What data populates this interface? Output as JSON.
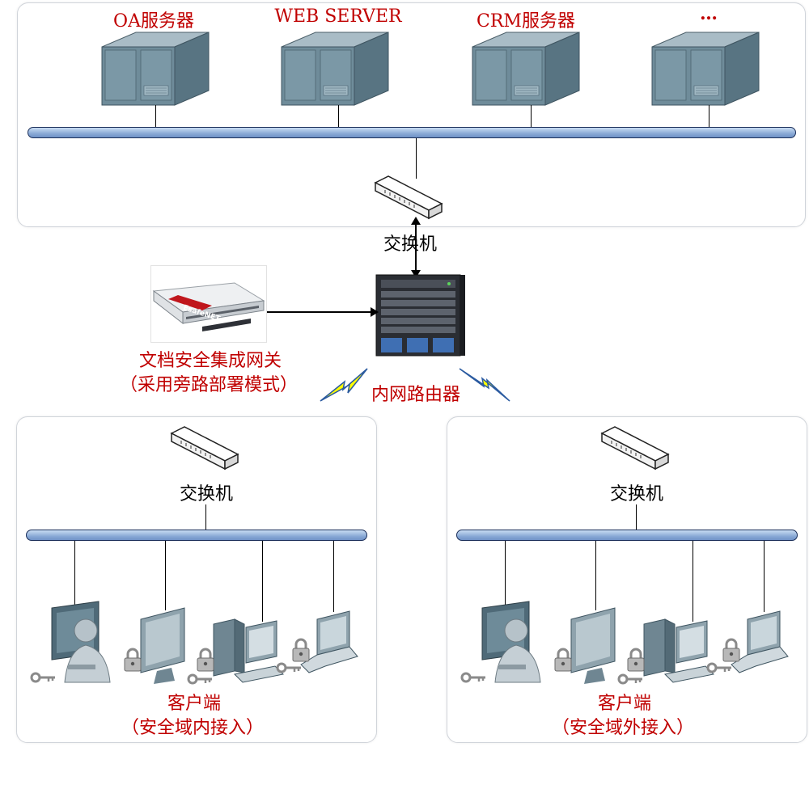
{
  "servers": {
    "labels": [
      "OA服务器",
      "WEB SERVER",
      "CRM服务器",
      "…"
    ]
  },
  "core": {
    "switch_label": "交换机",
    "router_label": "内网路由器",
    "gateway_label_line1": "文档安全集成网关",
    "gateway_label_line2": "（采用旁路部署模式）",
    "gateway_brand": "EsafeNET"
  },
  "left_zone": {
    "switch_label": "交换机",
    "client_label_line1": "客户端",
    "client_label_line2": "（安全域内接入）"
  },
  "right_zone": {
    "switch_label": "交换机",
    "client_label_line1": "客户端",
    "client_label_line2": "（安全域外接入）"
  },
  "colors": {
    "label_red": "#c00000",
    "bus_blue": "#8aaad6",
    "server_teal": "#5f7f8f",
    "lightning_yellow": "#ffff00"
  }
}
